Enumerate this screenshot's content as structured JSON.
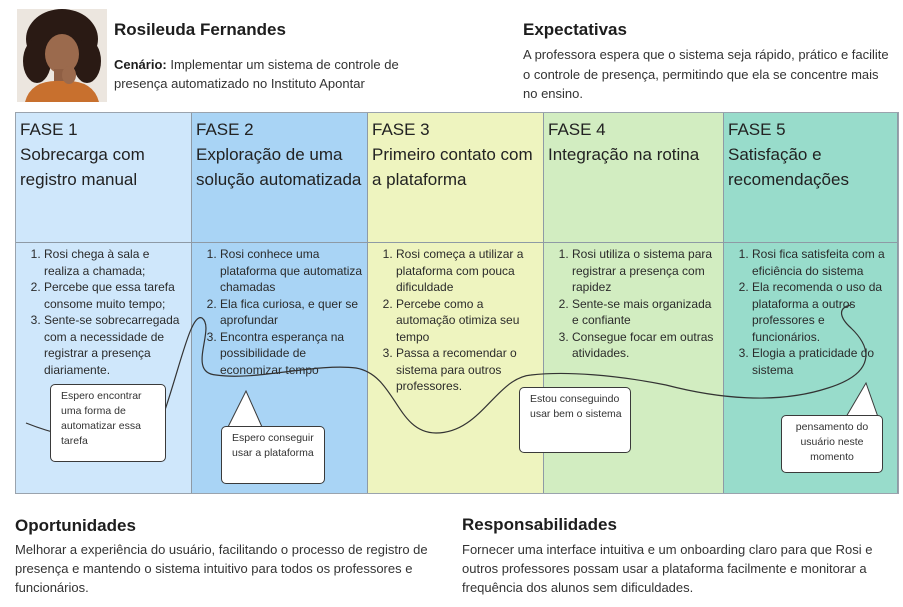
{
  "persona": {
    "name": "Rosileuda Fernandes",
    "scenario_label": "Cenário:",
    "scenario_text": "Implementar um sistema de controle de presença automatizado no Instituto Apontar"
  },
  "expectations": {
    "title": "Expectativas",
    "text": "A professora espera que o sistema seja rápido, prático e facilite o controle de presença, permitindo que ela se concentre mais no ensino."
  },
  "phases": [
    {
      "number": "FASE 1",
      "title": "Sobrecarga com registro manual",
      "color": "#cfe7fb",
      "items": [
        "Rosi chega à sala e realiza a chamada;",
        "Percebe que essa tarefa consome muito tempo;",
        "Sente-se sobrecarregada com a necessidade de registrar a presença diariamente."
      ]
    },
    {
      "number": "FASE 2",
      "title": "Exploração de uma solução automatizada",
      "color": "#a9d4f5",
      "items": [
        "Rosi conhece uma plataforma que automatiza chamadas",
        "Ela fica curiosa, e quer se aprofundar",
        "Encontra esperança na possibilidade de economizar tempo"
      ]
    },
    {
      "number": "FASE 3",
      "title": "Primeiro contato com a plataforma",
      "color": "#eef4bf",
      "items": [
        "Rosi começa a utilizar a plataforma com pouca dificuldade",
        "Percebe como a automação otimiza seu tempo",
        "Passa a recomendar o sistema para outros professores."
      ]
    },
    {
      "number": "FASE 4",
      "title": "Integração na rotina",
      "color": "#d2edc1",
      "items": [
        "Rosi utiliza o sistema para registrar a presença com rapidez",
        "Sente-se mais organizada e confiante",
        "Consegue focar em outras atividades."
      ]
    },
    {
      "number": "FASE 5",
      "title": "Satisfação e recomendações",
      "color": "#98dccb",
      "items": [
        "Rosi fica satisfeita com a eficiência do sistema",
        "Ela recomenda o uso da plataforma a outros professores e funcionários.",
        "Elogia a praticidade do sistema"
      ]
    }
  ],
  "thoughts": {
    "t1": "Espero encontrar uma forma de automatizar essa tarefa",
    "t2": "Espero conseguir usar a plataforma",
    "t3": "Estou conseguindo usar bem o sistema",
    "t4": "pensamento do usuário neste momento"
  },
  "opportunities": {
    "title": "Oportunidades",
    "text": "Melhorar a experiência do usuário, facilitando o processo de registro de presença e mantendo o sistema intuitivo para todos os professores e funcionários."
  },
  "responsibilities": {
    "title": "Responsabilidades",
    "text": "Fornecer uma interface intuitiva e um onboarding claro para que Rosi e outros professores possam usar a plataforma facilmente e monitorar a frequência dos alunos sem dificuldades."
  }
}
